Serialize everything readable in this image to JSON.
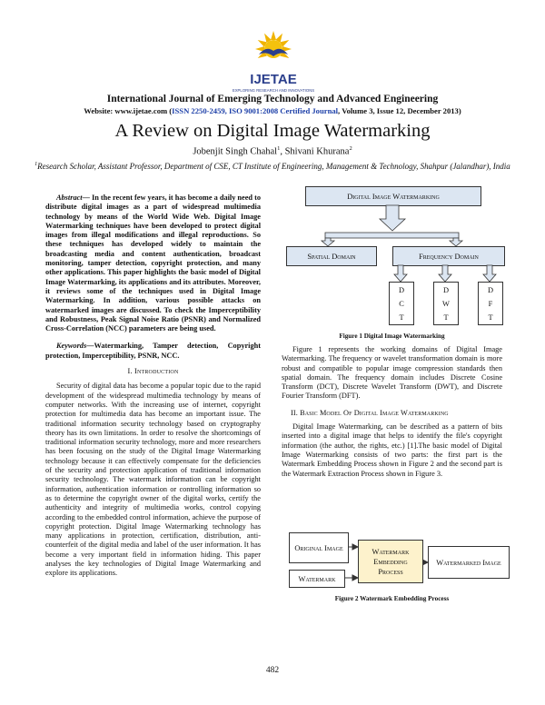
{
  "logo": {
    "text": "IJETAE",
    "tagline": "EXPLORING RESEARCH AND INNOVATIONS"
  },
  "header": {
    "journal_title": "International Journal of Emerging Technology and Advanced Engineering",
    "website_prefix": "Website: www.ijetae.com (",
    "issn": "ISSN 2250-2459, ISO 9001:2008 Certified Journal",
    "website_suffix": ", Volume 3, Issue 12, December 2013)"
  },
  "paper": {
    "title": "A Review on Digital Image Watermarking",
    "author1": "Jobenjit Singh Chahal",
    "author2": "Shivani Khurana",
    "affiliation": "Research Scholar, Assistant Professor, Department of CSE, CT Institute of Engineering, Management & Technology, Shahpur (Jalandhar), India"
  },
  "abstract": {
    "label": "Abstract—",
    "text": " In the recent few years, it has become a daily need to distribute digital images as a part of widespread multimedia technology by means of the World Wide Web. Digital Image Watermarking techniques have been developed to protect digital images from illegal modifications and illegal reproductions. So these techniques has developed widely to maintain the broadcasting media and content authentication, broadcast monitoring, tamper detection, copyright protection, and many other applications. This paper highlights the basic model of Digital Image Watermarking, its applications and its attributes. Moreover, it reviews some of the techniques used in Digital Image Watermarking. In addition, various possible attacks on watermarked images are discussed. To check the Imperceptibility and Robustness, Peak Signal Noise Ratio (PSNR) and Normalized Cross-Correlation (NCC) parameters are being used."
  },
  "keywords": {
    "label": "Keywords—",
    "text": "Watermarking, Tamper detection, Copyright protection, Imperceptibility, PSNR, NCC."
  },
  "section1": {
    "heading": "I.  Introduction",
    "text": "Security of digital data has become a popular topic due to the rapid development of the widespread multimedia technology by means of computer networks. With the increasing use of internet, copyright protection for multimedia data has become an important issue. The traditional information security technology based on cryptography theory has its own limitations. In order to resolve the shortcomings of traditional information security technology, more and more researchers has been focusing on the study of the Digital Image Watermarking technology because it can effectively compensate for the deficiencies of the security and protection application of traditional information security technology. The watermark information can be copyright information, authentication information or controlling information so as to determine the copyright owner of the digital works, certify the authenticity and integrity of multimedia works, control copying according to the embedded control information, achieve the purpose of copyright protection. Digital Image Watermarking technology has many applications in protection, certification, distribution, anti-counterfeit of the digital media and label of the user information. It has become a very important field in information hiding. This paper analyses the key technologies of Digital Image Watermarking and explore its applications."
  },
  "figure1": {
    "top": "Digital Image Watermarking",
    "spatial": "Spatial Domain",
    "frequency": "Frequency Domain",
    "dct": [
      "D",
      "C",
      "T"
    ],
    "dwt": [
      "D",
      "W",
      "T"
    ],
    "dft": [
      "D",
      "F",
      "T"
    ],
    "caption": "Figure 1 Digital Image Watermarking"
  },
  "right_text": {
    "p1": "Figure 1 represents the working domains of Digital Image Watermarking. The frequency or wavelet transformation domain is more robust and compatible to popular image compression standards then spatial domain. The frequency domain includes Discrete Cosine Transform (DCT), Discrete Wavelet Transform (DWT), and Discrete Fourier Transform (DFT).",
    "section2_heading": "II.  Basic Model Of Digital Image Watermarking",
    "p2": "Digital Image Watermarking, can be described as a pattern of bits inserted into a digital image that helps to identify the file's copyright information (the author, the rights, etc.) [1].The basic model of Digital Image Watermarking consists of two parts: the first part is the Watermark Embedding Process shown in Figure 2 and the second part is the Watermark Extraction Process shown in Figure 3."
  },
  "figure2": {
    "original": "Original Image",
    "watermark": "Watermark",
    "process": "Watermark Embedding Process",
    "output": "Watermarked Image",
    "caption": "Figure 2 Watermark Embedding Process"
  },
  "page_number": "482"
}
